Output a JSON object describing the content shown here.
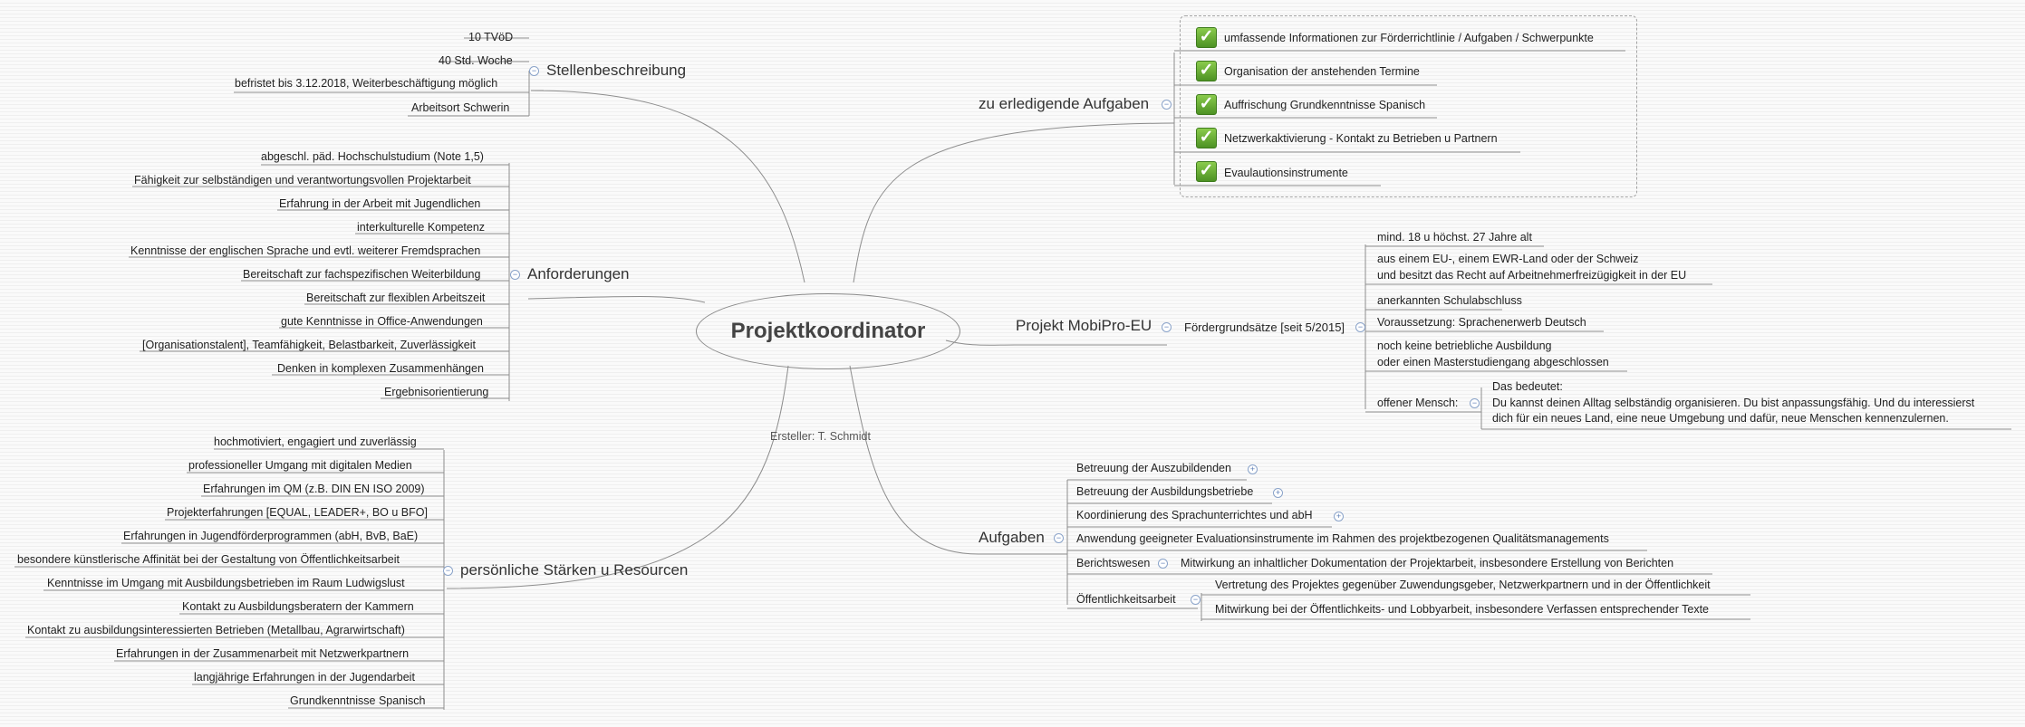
{
  "center": {
    "title": "Projektkoordinator"
  },
  "author": "Ersteller: T. Schmidt",
  "stellen": {
    "label": "Stellenbeschreibung",
    "items": [
      "10 TVöD",
      "40 Std. Woche",
      "befristet bis 3.12.2018, Weiterbeschäftigung möglich",
      "Arbeitsort Schwerin"
    ]
  },
  "anforderungen": {
    "label": "Anforderungen",
    "items": [
      "abgeschl. päd. Hochschulstudium (Note 1,5)",
      "Fähigkeit zur selbständigen und verantwortungsvollen Projektarbeit",
      "Erfahrung in der Arbeit mit Jugendlichen",
      "interkulturelle Kompetenz",
      "Kenntnisse der englischen Sprache und evtl. weiterer Fremdsprachen",
      "Bereitschaft zur fachspezifischen Weiterbildung",
      "Bereitschaft zur flexiblen Arbeitszeit",
      "gute Kenntnisse in Office-Anwendungen",
      "[Organisationstalent], Teamfähigkeit, Belastbarkeit, Zuverlässigkeit",
      "Denken in komplexen Zusammenhängen",
      "Ergebnisorientierung"
    ]
  },
  "staerken": {
    "label": "persönliche Stärken u Resourcen",
    "items": [
      "hochmotiviert, engagiert und zuverlässig",
      "professioneller Umgang mit digitalen Medien",
      "Erfahrungen im QM (z.B. DIN EN ISO 2009)",
      "Projekterfahrungen [EQUAL, LEADER+, BO u BFO]",
      "Erfahrungen in Jugendförderprogrammen (abH, BvB, BaE)",
      "besondere künstlerische Affinität bei der Gestaltung von Öffentlichkeitsarbeit",
      "Kenntnisse im Umgang mit Ausbildungsbetrieben im Raum Ludwigslust",
      "Kontakt zu Ausbildungsberatern der Kammern",
      "Kontakt zu ausbildungsinteressierten Betrieben (Metallbau, Agrarwirtschaft)",
      "Erfahrungen in der Zusammenarbeit mit Netzwerkpartnern",
      "langjährige Erfahrungen in der Jugendarbeit",
      "Grundkenntnisse Spanisch"
    ]
  },
  "erledigen": {
    "label": "zu erledigende Aufgaben",
    "items": [
      "umfassende Informationen zur Förderrichtlinie / Aufgaben / Schwerpunkte",
      "Organisation der anstehenden Termine",
      "Auffrischung Grundkenntnisse Spanisch",
      "Netzwerkaktivierung - Kontakt zu Betrieben u Partnern",
      "Evaulautionsinstrumente"
    ]
  },
  "mobipro": {
    "label": "Projekt MobiPro-EU",
    "sub": "Fördergrundsätze [seit 5/2015]",
    "items": [
      "mind. 18 u höchst. 27 Jahre alt",
      "aus einem EU-, einem EWR-Land oder der Schweiz\nund besitzt das Recht auf Arbeitnehmerfreizügigkeit in der EU",
      "anerkannten Schulabschluss",
      "Voraussetzung: Sprachenerwerb Deutsch",
      "noch keine betriebliche Ausbildung\noder einen Masterstudiengang abgeschlossen"
    ],
    "mensch": {
      "label": "offener Mensch:",
      "text": "Das bedeutet:\nDu kannst deinen Alltag selbständig organisieren. Du bist anpassungsfähig. Und du interessierst\ndich für ein neues Land, eine neue Umgebung und dafür, neue Menschen kennenzulernen."
    }
  },
  "aufgaben": {
    "label": "Aufgaben",
    "items": [
      "Betreuung der Auszubildenden",
      "Betreuung der Ausbildungsbetriebe",
      "Koordinierung des Sprachunterrichtes und abH",
      "Anwendung geeigneter Evaluationsinstrumente im Rahmen des projektbezogenen Qualitätsmanagements"
    ],
    "berichtswesen": {
      "label": "Berichtswesen",
      "item": "Mitwirkung an inhaltlicher Dokumentation der Projektarbeit, insbesondere Erstellung von Berichten"
    },
    "oeffentlichkeit": {
      "label": "Öffentlichkeitsarbeit",
      "items": [
        "Vertretung des Projektes gegenüber Zuwendungsgeber, Netzwerkpartnern und in der Öffentlichkeit",
        "Mitwirkung bei der Öffentlichkeits- und Lobbyarbeit, insbesondere Verfassen entsprechender Texte"
      ]
    }
  }
}
